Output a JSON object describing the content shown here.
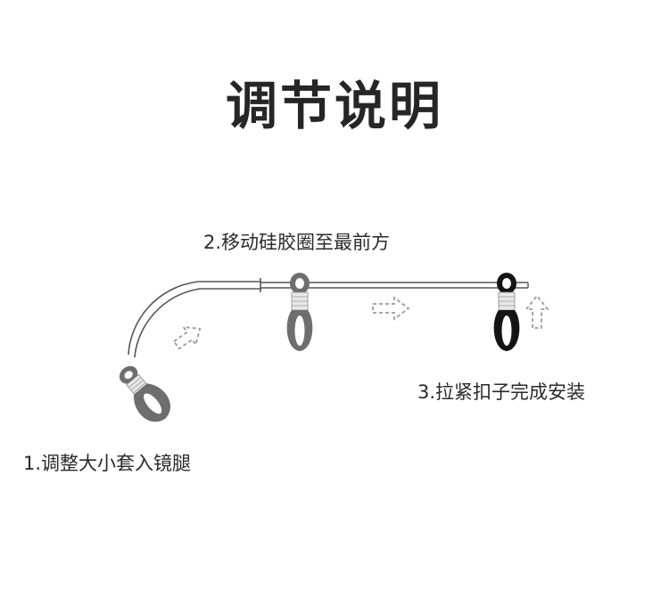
{
  "title": "调节说明",
  "steps": [
    {
      "label": "1.调整大小套入镜腿"
    },
    {
      "label": "2.移动硅胶圈至最前方"
    },
    {
      "label": "3.拉紧扣子完成安装"
    }
  ],
  "colors": {
    "loop_gray": "#6e6e6e",
    "loop_black": "#141414",
    "coil": "#d8d8d8",
    "wire": "#555555",
    "arrow": "#9a9a9a"
  }
}
